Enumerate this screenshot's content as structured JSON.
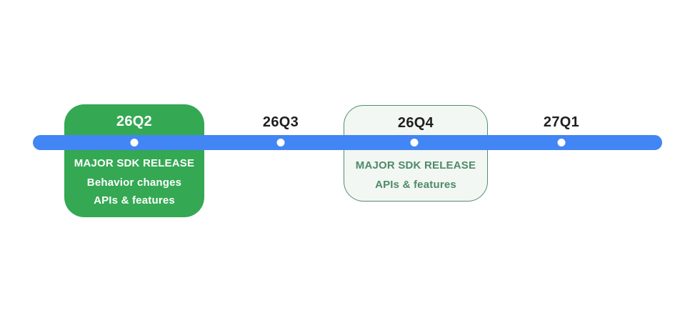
{
  "diagram": {
    "kind": "release-roadmap-timeline",
    "colors": {
      "timeline_blue": "#4285F4",
      "filled_card_green": "#34A853",
      "outlined_card_bg": "#F2F7F3",
      "outlined_card_border": "#568C72",
      "outlined_card_text": "#4E8A68",
      "quarter_label_dark": "#1F1F1F",
      "dot_white": "#FFFFFF"
    },
    "milestones": [
      {
        "quarter": "26Q2",
        "style": "filled-green-card",
        "lines": [
          "MAJOR SDK RELEASE",
          "Behavior changes",
          "APIs & features"
        ]
      },
      {
        "quarter": "26Q3",
        "style": "plain-label"
      },
      {
        "quarter": "26Q4",
        "style": "outlined-card",
        "lines": [
          "MAJOR SDK RELEASE",
          "APIs & features"
        ]
      },
      {
        "quarter": "27Q1",
        "style": "plain-label"
      }
    ]
  }
}
